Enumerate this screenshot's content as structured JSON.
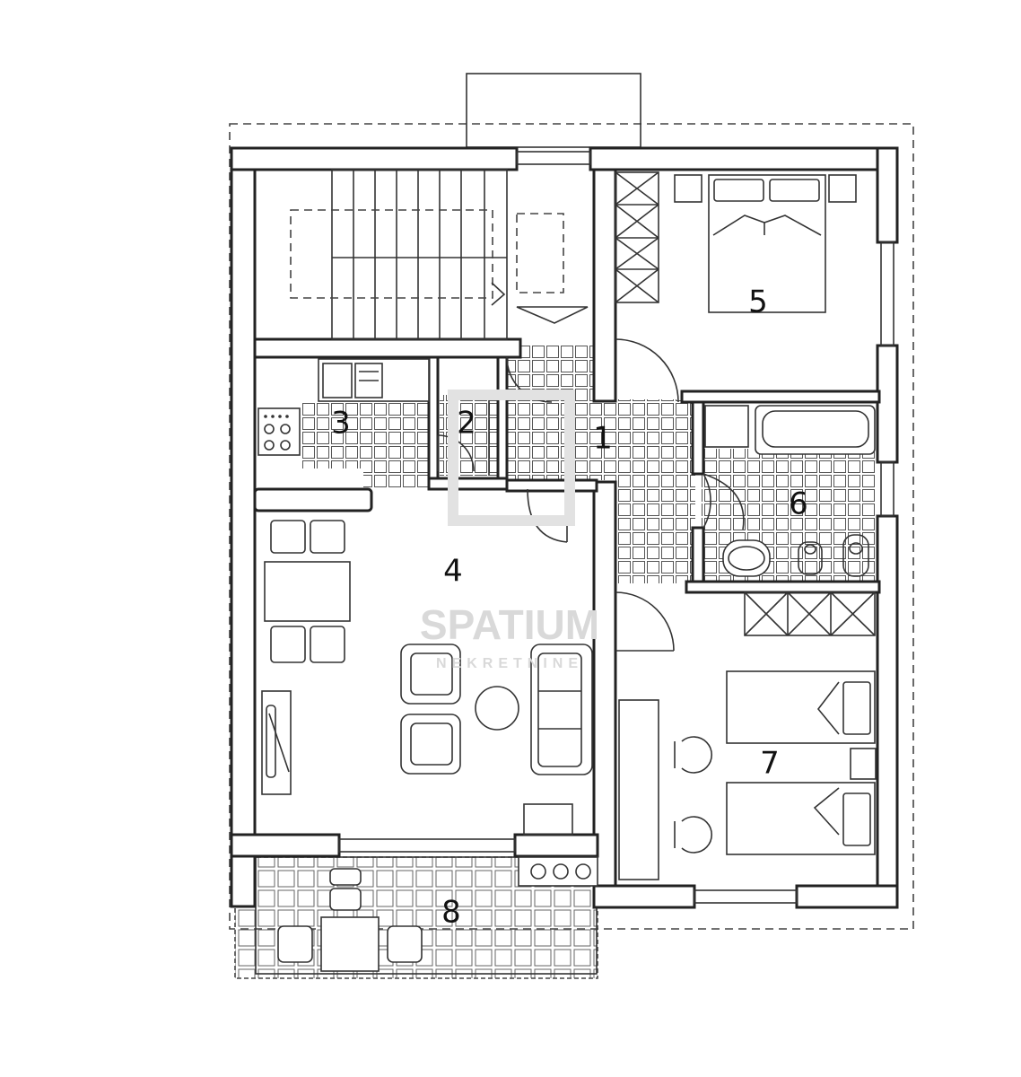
{
  "rooms": [
    {
      "id": "1",
      "label": "1"
    },
    {
      "id": "2",
      "label": "2"
    },
    {
      "id": "3",
      "label": "3"
    },
    {
      "id": "4",
      "label": "4"
    },
    {
      "id": "5",
      "label": "5"
    },
    {
      "id": "6",
      "label": "6"
    },
    {
      "id": "7",
      "label": "7"
    },
    {
      "id": "8",
      "label": "8"
    }
  ],
  "watermark": {
    "brand": "SPATIUM",
    "sub": "NEKRETNINE"
  },
  "colors": {
    "line": "#222222",
    "background": "#ffffff",
    "watermark": "#d9d9d9"
  }
}
